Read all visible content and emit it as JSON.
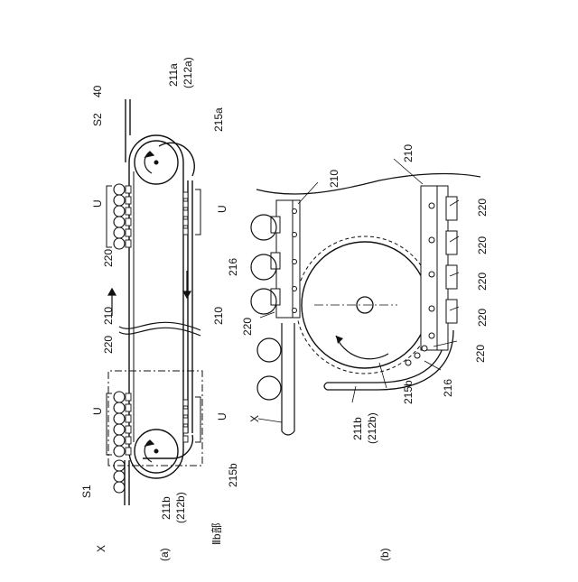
{
  "figure_a": {
    "panel_label": "(a)",
    "labels": {
      "x": "X",
      "s1": "S1",
      "s2": "S2",
      "ref_40": "40",
      "u_top_left": "U",
      "u_top_right": "U",
      "u_bottom_left": "U",
      "u_bottom_right": "U",
      "unit_220_right": "220",
      "unit_220_left": "220",
      "belt_210_top": "210",
      "belt_210_bottom": "210",
      "guide_216": "216",
      "sprocket_a": "211a",
      "sprocket_a_paren": "(212a)",
      "guide_215a": "215a",
      "sprocket_b": "211b",
      "sprocket_b_paren": "(212b)",
      "guide_215b": "215b",
      "detail_ref": "Ⅱb部"
    }
  },
  "figure_b": {
    "panel_label": "(b)",
    "labels": {
      "x": "X",
      "belt_210_top": "210",
      "belt_210_right": "210",
      "unit_220_left": "220",
      "unit_220_r1": "220",
      "unit_220_r2": "220",
      "unit_220_r3": "220",
      "unit_220_r4": "220",
      "unit_220_r5": "220",
      "guide_216": "216",
      "guide_215b": "215b",
      "sprocket_b": "211b",
      "sprocket_b_paren": "(212b)"
    }
  }
}
